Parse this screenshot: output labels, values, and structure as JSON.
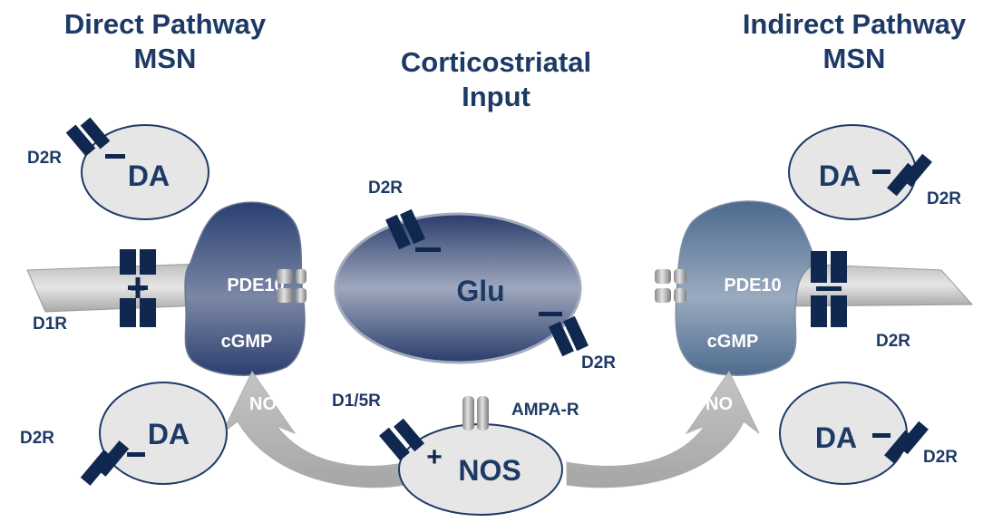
{
  "titles": {
    "direct": [
      "Direct Pathway",
      "MSN"
    ],
    "cortico": [
      "Corticostriatal",
      "Input"
    ],
    "indirect": [
      "Indirect Pathway",
      "MSN"
    ]
  },
  "terminals": {
    "da_label": "DA",
    "glu_label": "Glu",
    "nos_label": "NOS"
  },
  "msn": {
    "pde10": "PDE10",
    "cgmp": "cGMP",
    "no": "NO"
  },
  "receptors": {
    "d2r": "D2R",
    "d1r": "D1R",
    "d15r": "D1/5R",
    "ampa_r": "AMPA-R"
  },
  "signs": {
    "plus": "+",
    "minus": "−"
  },
  "colors": {
    "text": "#1d3a66",
    "receptor": "#10284f",
    "arrow": "#b3b3b3",
    "terminal_fill": "#e6e6e6"
  }
}
